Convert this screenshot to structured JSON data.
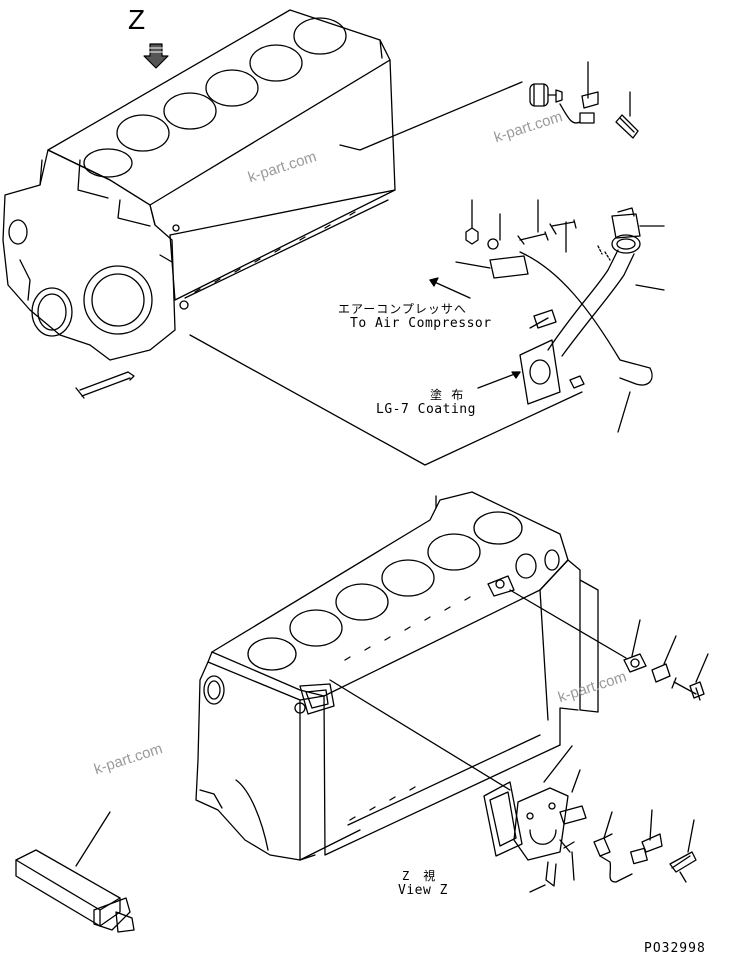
{
  "diagram": {
    "view_marker": "Z",
    "callouts": {
      "air_compressor_jp": "エアーコンプレッサへ",
      "air_compressor_en": "To Air Compressor",
      "coating_jp": "塗 布",
      "coating_en": "LG-7 Coating",
      "view_z_jp": "Z　視",
      "view_z_en": "View Z"
    },
    "watermarks": [
      "k-part.com",
      "k-part.com",
      "k-part.com",
      "k-part.com",
      "k-part.com"
    ],
    "part_number": "PO32998"
  },
  "colors": {
    "line": "#000000",
    "watermark": "#9a9a9a",
    "background": "#ffffff"
  }
}
